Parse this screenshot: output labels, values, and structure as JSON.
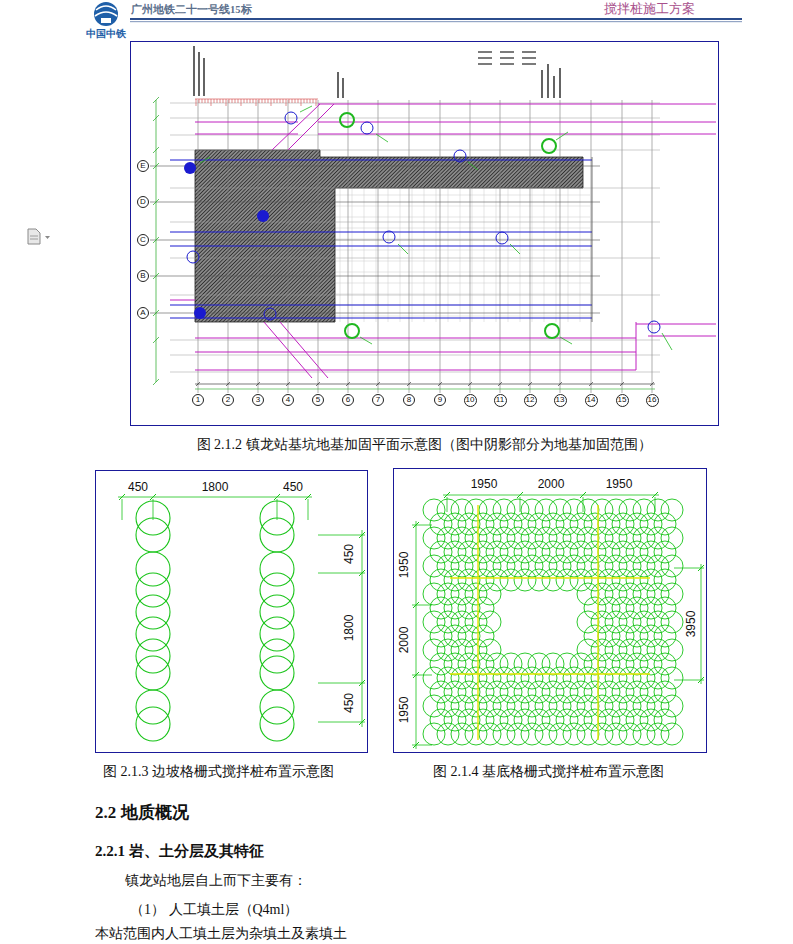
{
  "diagram": {
    "nodes": [
      {
        "text": [
          "E"
        ]
      },
      {
        "text": [
          "D"
        ]
      },
      {
        "text": [
          "C"
        ]
      },
      {
        "text": [
          "B"
        ]
      },
      {
        "text": [
          "A"
        ]
      },
      {
        "text": [
          "1"
        ]
      },
      {
        "text": [
          "2"
        ]
      },
      {
        "text": [
          "3"
        ]
      },
      {
        "text": [
          "4"
        ]
      },
      {
        "text": [
          "5"
        ]
      },
      {
        "text": [
          "6"
        ]
      },
      {
        "text": [
          "7"
        ]
      },
      {
        "text": [
          "8"
        ]
      },
      {
        "text": [
          "9"
        ]
      },
      {
        "text": [
          "10"
        ]
      },
      {
        "text": [
          "11"
        ]
      },
      {
        "text": [
          "12"
        ]
      },
      {
        "text": [
          "13"
        ]
      },
      {
        "text": [
          "14"
        ]
      },
      {
        "text": [
          "15"
        ]
      },
      {
        "text": [
          "16"
        ]
      }
    ],
    "labels": [
      "中国中铁",
      "广州地铁二十一号线15标",
      "搅拌桩施工方案",
      "图 2.1.2 镇龙站基坑地基加固平面示意图（图中阴影部分为地基加固范围）",
      "450",
      "1800",
      "450",
      "450",
      "1800",
      "450",
      "1950",
      "2000",
      "1950",
      "1950",
      "2000",
      "1950",
      "3950",
      "图 2.1.3 边坡格栅式搅拌桩布置示意图",
      "图 2.1.4 基底格栅式搅拌桩布置示意图",
      "2.2 地质概况",
      "2.2.1 岩、土分层及其特征",
      "镇龙站地层自上而下主要有：",
      "（1） 人工填土层（Q4ml）",
      "本站范围内人工填土层为杂填土及素填土"
    ]
  }
}
